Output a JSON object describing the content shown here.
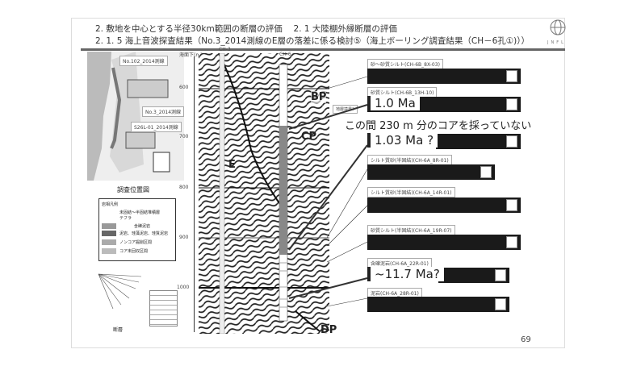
{
  "header": {
    "line1": "2. 敷地を中心とする半径30km範囲の断層の評価　 2. 1 大陸棚外縁断層の評価",
    "line2": "2. 1. 5 海上音波探査結果（No.3_2014測線のE層の落差に係る検討⑤（海上ボーリング調査結果（CH－6孔①)））",
    "logo_text": "JNFL"
  },
  "map": {
    "labels": [
      "No.102_2014測線",
      "No.3_2014測線",
      "S26L-01_2014測線"
    ],
    "caption": "調査位置図"
  },
  "legend": {
    "title": "岩相凡例",
    "items": [
      "未固結～半固結堆積層",
      "テフラ",
      "含礫泥岩",
      "泥岩、珪藻泥岩、珪質泥岩",
      "ノンコア掘削区間",
      "コア未回収区間"
    ],
    "fault": "断層"
  },
  "section": {
    "depth_label": "海面下(m)",
    "depths": [
      "600",
      "700",
      "800",
      "900",
      "1000"
    ],
    "boreholes": [
      "CH-3",
      "CH-6"
    ],
    "layers": [
      "BP",
      "CP",
      "E",
      "DP"
    ],
    "boundary_box": "地層境界?"
  },
  "cores": [
    {
      "label": "砂～砂質シルト(CH-6B_8X-03)"
    },
    {
      "label": "砂質シルト(CH-6B_13H-10)",
      "age": "1.0 Ma"
    },
    {
      "age": "1.03 Ma ?"
    },
    {
      "label": "シルト質砂(半固結)(CH-6A_8R-01)"
    },
    {
      "label": "シルト質砂(半固結)(CH-6A_14R-01)"
    },
    {
      "label": "砂質シルト(半固結)(CH-6A_19R-07)"
    },
    {
      "label": "含礫泥岩(CH-6A_22R-01)",
      "age": "~11.7 Ma?"
    },
    {
      "label": "泥岩(CH-6A_28R-01)"
    }
  ],
  "annotation": "この間 230 m 分のコアを採っていない",
  "page_number": "69"
}
